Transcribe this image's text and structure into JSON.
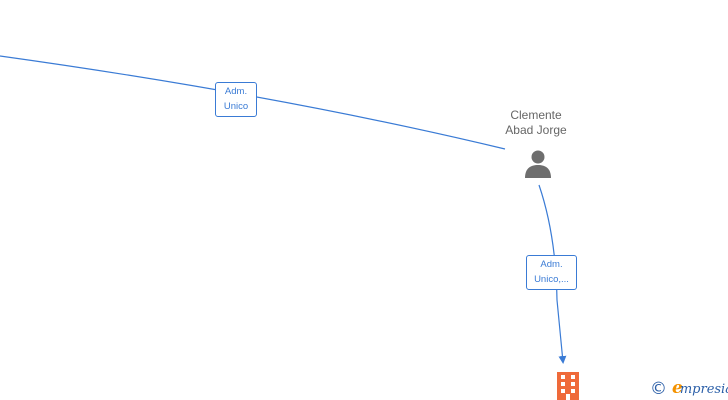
{
  "person": {
    "name_line1": "Clemente",
    "name_line2": "Abad Jorge"
  },
  "edges": [
    {
      "label_line1": "Adm.",
      "label_line2": "Unico"
    },
    {
      "label_line1": "Adm.",
      "label_line2": "Unico,..."
    }
  ],
  "brand": {
    "copyright_symbol": "©",
    "logo_initial": "e",
    "logo_rest": "mpresia"
  },
  "colors": {
    "edge": "#3a7bd5",
    "person_icon": "#6e6e6e",
    "company_icon": "#ef6a3a",
    "brand_blue": "#2b5fa8",
    "brand_orange": "#f39200",
    "text": "#666666"
  },
  "icons": {
    "person": "person-icon",
    "company": "building-icon"
  }
}
